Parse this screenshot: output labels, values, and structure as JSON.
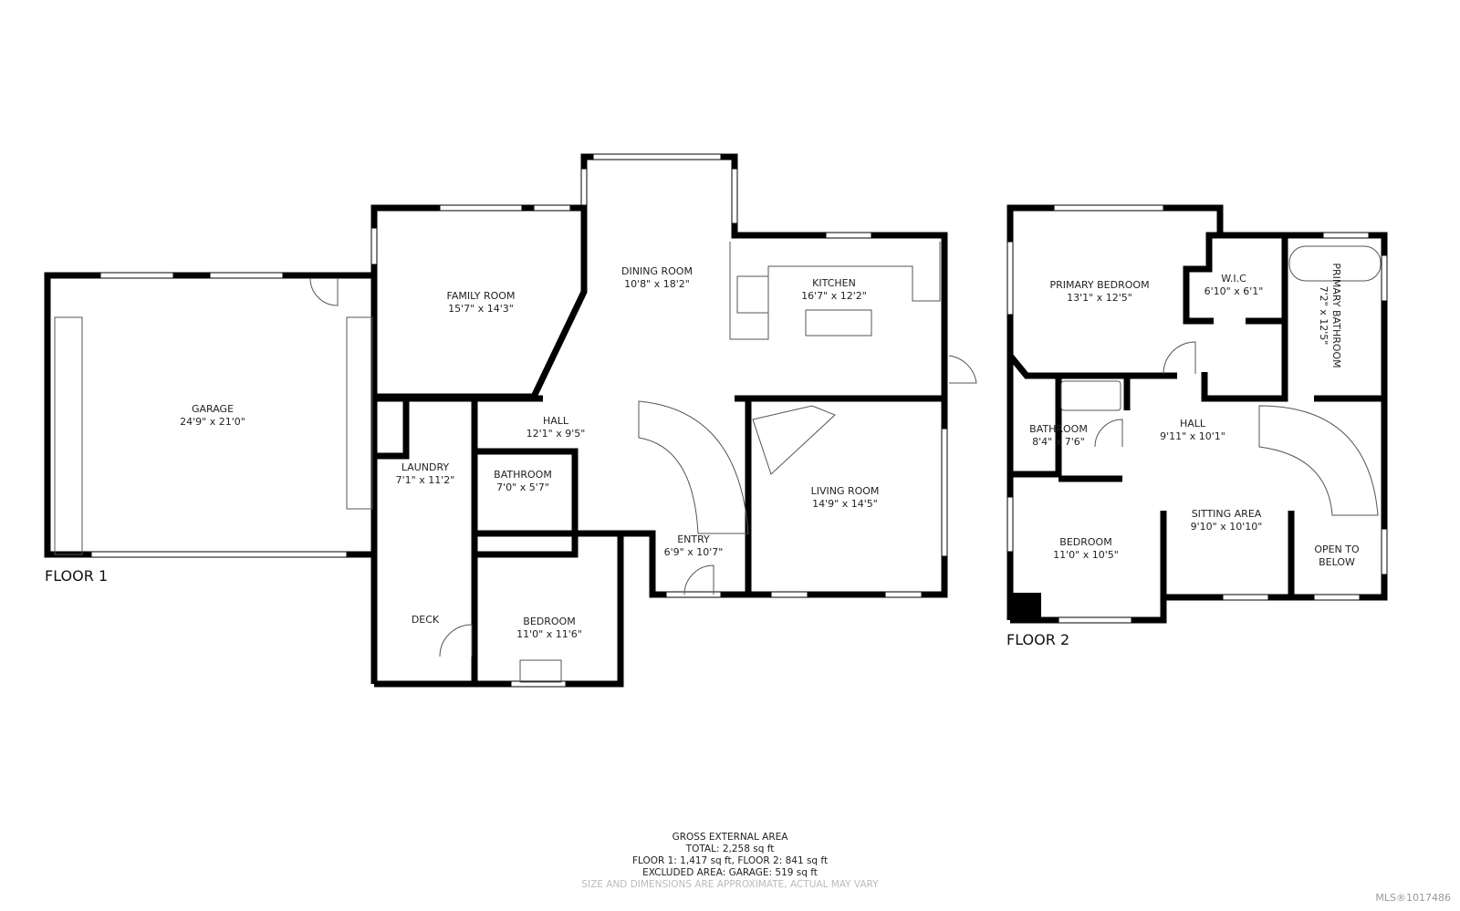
{
  "floors": [
    {
      "label": "FLOOR 1",
      "rooms": [
        {
          "name": "GARAGE",
          "dims": "24'9\" x 21'0\""
        },
        {
          "name": "FAMILY ROOM",
          "dims": "15'7\" x 14'3\""
        },
        {
          "name": "DINING ROOM",
          "dims": "10'8\" x 18'2\""
        },
        {
          "name": "KITCHEN",
          "dims": "16'7\" x 12'2\""
        },
        {
          "name": "HALL",
          "dims": "12'1\" x 9'5\""
        },
        {
          "name": "LAUNDRY",
          "dims": "7'1\" x 11'2\""
        },
        {
          "name": "BATHROOM",
          "dims": "7'0\" x 5'7\""
        },
        {
          "name": "LIVING ROOM",
          "dims": "14'9\" x 14'5\""
        },
        {
          "name": "ENTRY",
          "dims": "6'9\" x 10'7\""
        },
        {
          "name": "DECK",
          "dims": ""
        },
        {
          "name": "BEDROOM",
          "dims": "11'0\" x 11'6\""
        }
      ]
    },
    {
      "label": "FLOOR 2",
      "rooms": [
        {
          "name": "PRIMARY BEDROOM",
          "dims": "13'1\" x 12'5\""
        },
        {
          "name": "W.I.C",
          "dims": "6'10\" x 6'1\""
        },
        {
          "name": "PRIMARY BATHROOM",
          "dims": "7'2\" x 12'5\""
        },
        {
          "name": "BATHROOM",
          "dims": "8'4\" x 7'6\""
        },
        {
          "name": "HALL",
          "dims": "9'11\" x 10'1\""
        },
        {
          "name": "SITTING AREA",
          "dims": "9'10\" x 10'10\""
        },
        {
          "name": "BEDROOM",
          "dims": "11'0\" x 10'5\""
        },
        {
          "name": "OPEN TO BELOW",
          "dims": ""
        }
      ]
    }
  ],
  "summary": {
    "title": "GROSS EXTERNAL AREA",
    "total": "TOTAL: 2,258 sq ft",
    "floors": "FLOOR 1: 1,417 sq ft, FLOOR 2: 841 sq ft",
    "excluded": "EXCLUDED AREA: GARAGE: 519 sq ft",
    "disclaimer": "SIZE AND DIMENSIONS ARE APPROXIMATE, ACTUAL MAY VARY"
  },
  "watermark": "MLS®1017486",
  "colors": {
    "wall": "#000000",
    "window": "#ffffff",
    "fixture": "#555555"
  }
}
